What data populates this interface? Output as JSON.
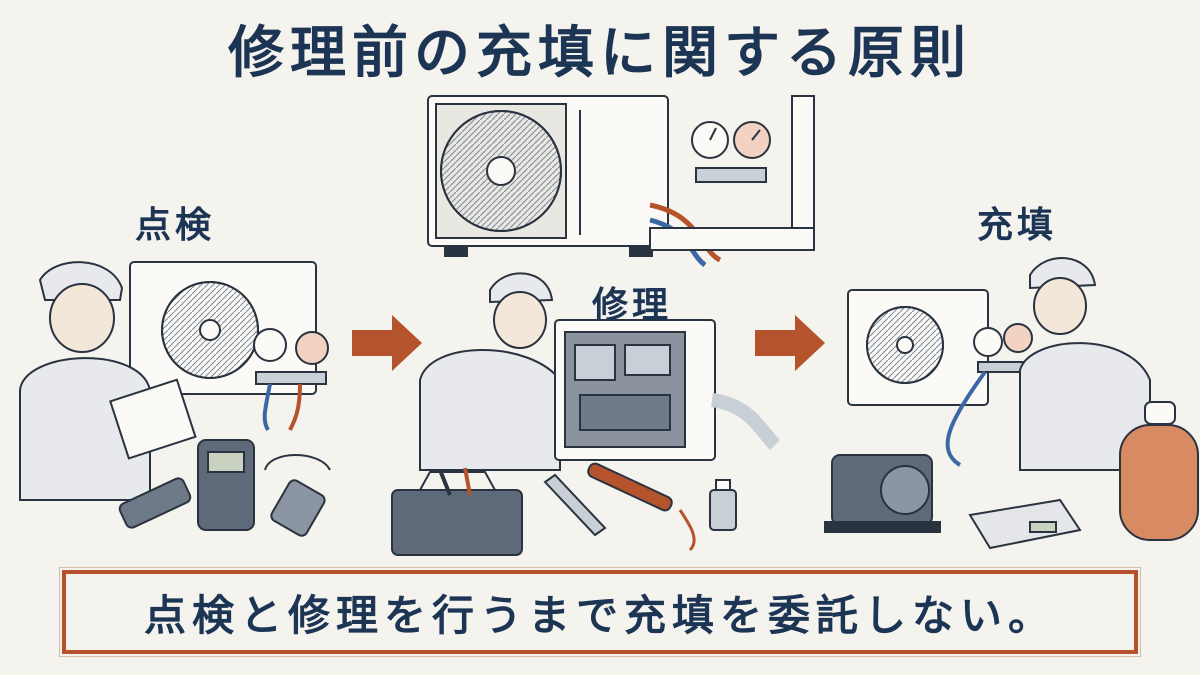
{
  "title": "修理前の充填に関する原則",
  "steps": {
    "inspect": "点検",
    "repair": "修理",
    "fill": "充填"
  },
  "caption": "点検と修理を行うまで充填を委託しない。",
  "colors": {
    "ink": "#1d3554",
    "accent": "#b5532c",
    "background": "#f5f3ee"
  }
}
